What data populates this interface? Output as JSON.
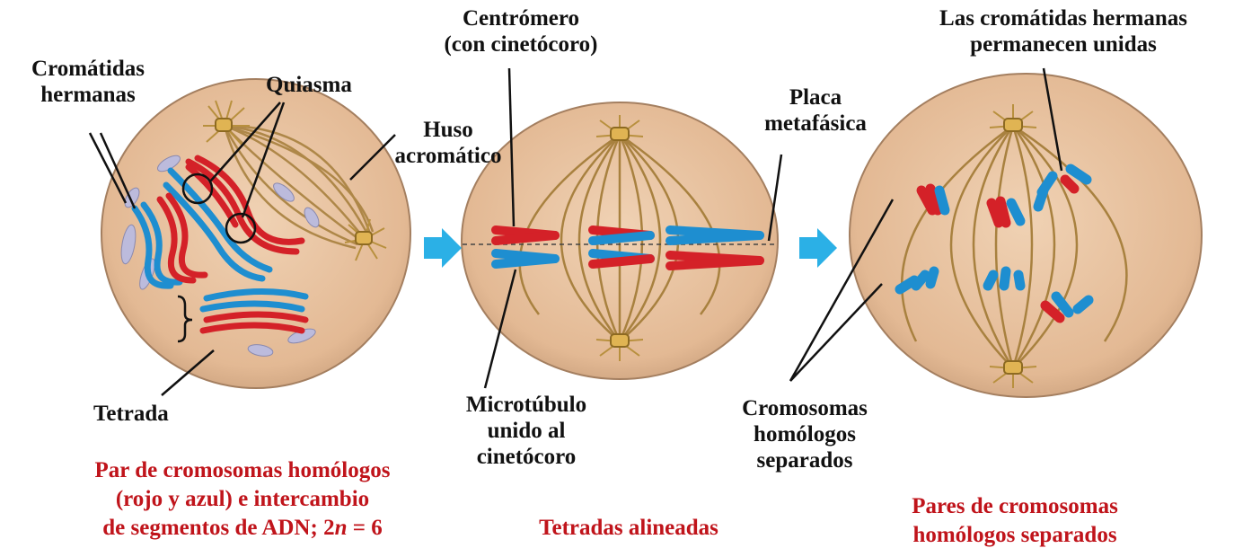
{
  "labels": {
    "cromatidas_hermanas": [
      "Cromátidas",
      "hermanas"
    ],
    "quiasma": "Quiasma",
    "huso_acromatico": [
      "Huso",
      "acromático"
    ],
    "tetrada": "Tetrada",
    "centromero": [
      "Centrómero",
      "(con cinetócoro)"
    ],
    "placa_metafasica": [
      "Placa",
      "metafásica"
    ],
    "microtubulo": [
      "Microtúbulo",
      "unido al",
      "cinetócoro"
    ],
    "cromatidas_unidas": [
      "Las cromátidas hermanas",
      "permanecen unidas"
    ],
    "cromosomas_separados": [
      "Cromosomas",
      "homólogos",
      "separados"
    ]
  },
  "captions": {
    "stage1": [
      "Par de cromosomas homólogos",
      "(rojo y azul) e intercambio",
      "de segmentos de ADN; 2",
      "n",
      " = 6"
    ],
    "stage2": "Tetradas alineadas",
    "stage3": [
      "Pares de cromosomas",
      "homólogos separados"
    ]
  },
  "colors": {
    "cell": "#e8c3a0",
    "cell_edge": "#9c7a5c",
    "chromosome_red": "#d62027",
    "chromosome_blue": "#1f8fd0",
    "arrow": "#2bb0e6",
    "spindle": "#a07a3a",
    "vesicle": "#b9b8d8",
    "caption": "#c0141b"
  }
}
